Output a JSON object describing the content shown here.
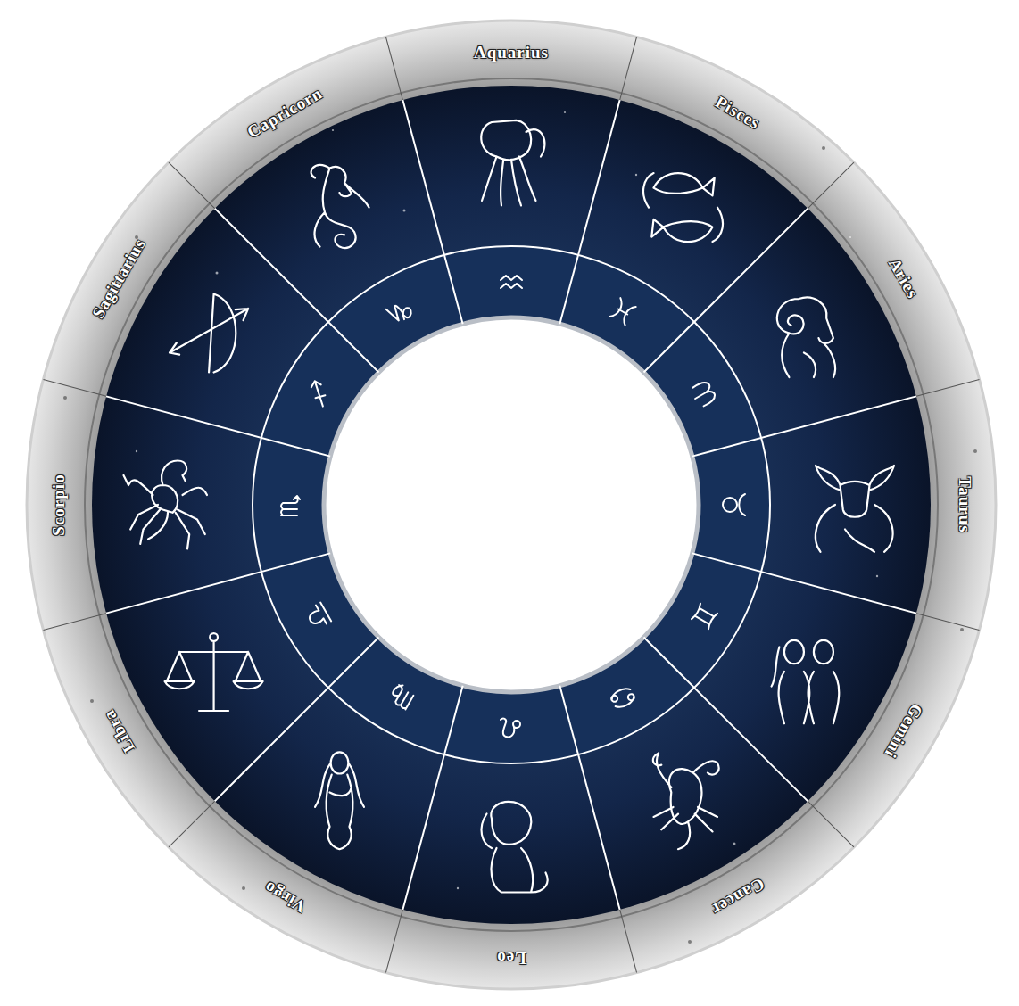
{
  "diagram": {
    "labels": [
      "Aquarius",
      "Pisces",
      "Aries",
      "Taurus",
      "Gemini",
      "Cancer",
      "Leo",
      "Virgo",
      "Libra",
      "Scorpio",
      "Sagittarius",
      "Capricorn"
    ]
  }
}
